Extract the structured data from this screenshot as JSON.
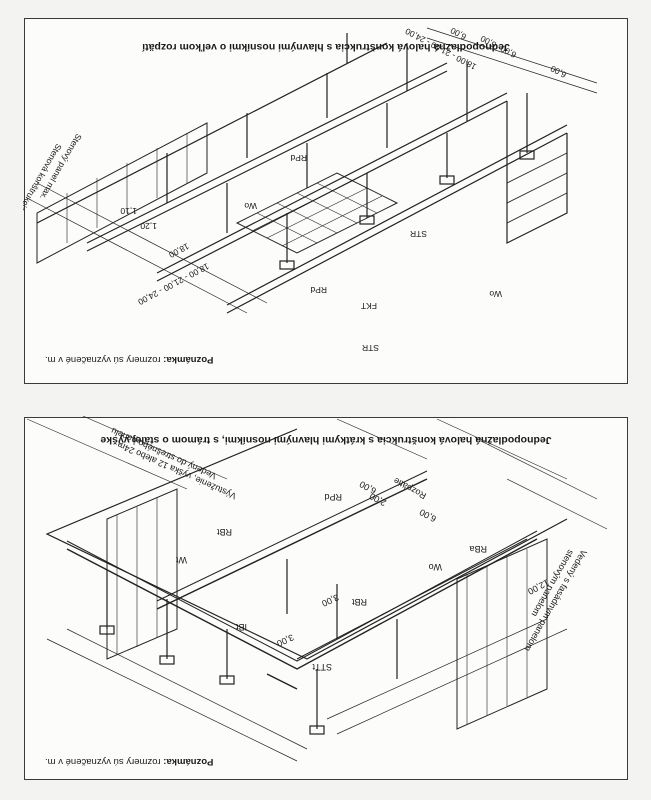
{
  "panel1": {
    "title": "Jednopodlažná halová konštrukcia s hlavnými nosníkmi o veľkom rozpätí",
    "note_label": "Poznámka:",
    "note_text": "rozmery sú vyznačené v m.",
    "labels": {
      "wall_panel_max": "Stenový panel max.",
      "wall_construction": "Stenová konštrukcia",
      "span_a": "18,00 - 21,00 - 24,00",
      "span_b": "18,00 - 21,00 - 24,00",
      "span_c": "18,00",
      "dim_120": "1,20",
      "dim_110": "1,10",
      "dim_600": "6,00",
      "dim_600b": "6,00",
      "dim_600c": "6,00",
      "dim_600d": "6,00",
      "rpd": "RPd",
      "wo": "Wo",
      "str1": "STR",
      "str2": "STR",
      "rpd2": "RPd",
      "fkt": "FKT",
      "wo2": "Wo"
    }
  },
  "panel2": {
    "title": "Jednopodlažná halová konštrukcia s krátkymi hlavnými nosníkmi, s trámom o stálej výške",
    "note_label": "Poznámka:",
    "note_text": "rozmery sú vyznačené v m.",
    "labels": {
      "rbt1": "RBt",
      "wt": "Wt",
      "rpd": "RPd",
      "rba": "RBa",
      "wo": "Wo",
      "rbt2": "RBt",
      "ibt": "IBt",
      "stt": "STTt",
      "dim_300": "3,00",
      "dim_300b": "3,00",
      "dim_600": "6,00",
      "dim_600b": "6,00",
      "dim_200": "2,00",
      "dim_1200": "12,00",
      "rozpatie": "Rozpätie",
      "vert1": "Výstuženie, výška 12 alebo 24m",
      "vert2": "Vedený do strešného panelu",
      "vert3": "Vedený s fasádnym panelom",
      "vert4": "stenovým panelom"
    }
  }
}
